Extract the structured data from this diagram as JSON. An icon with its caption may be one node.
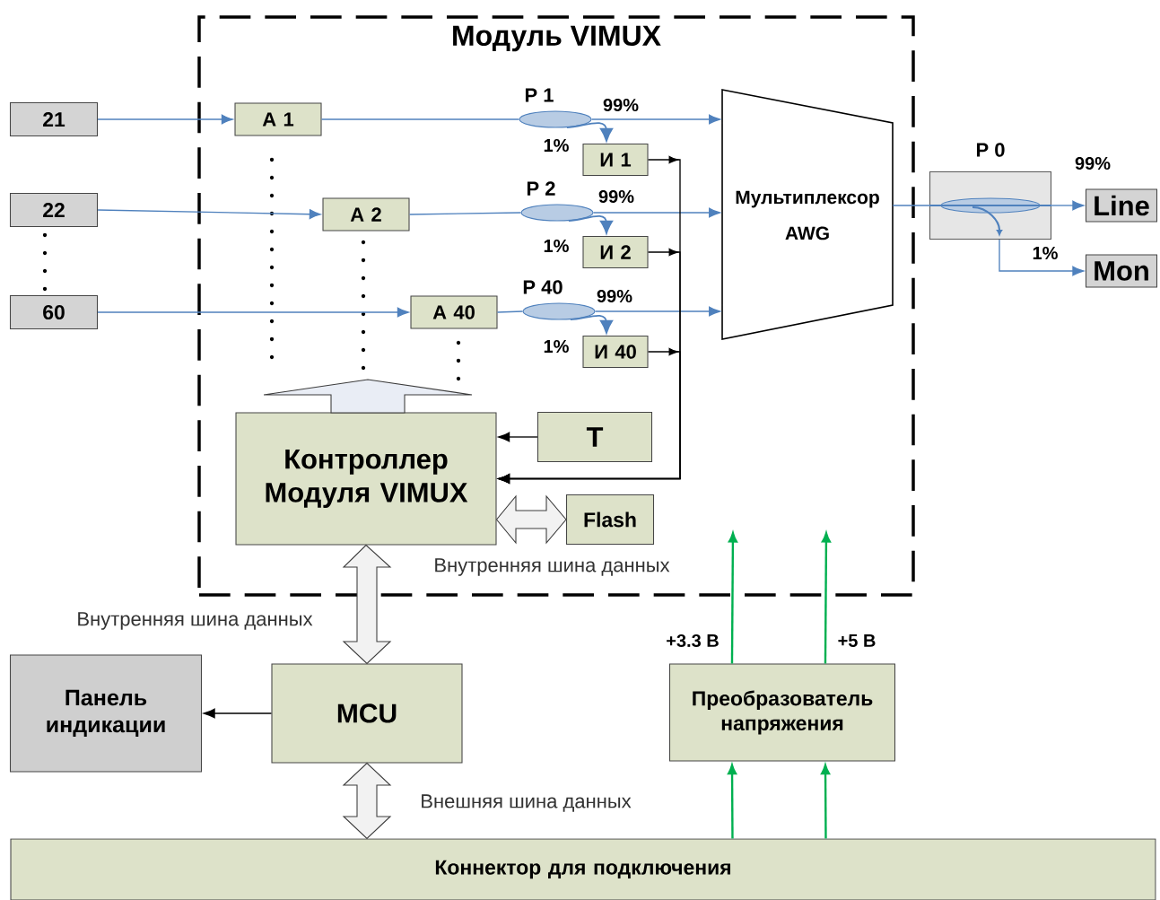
{
  "diagram": {
    "nodes": [
      {
        "text": [
          "Модуль VIMUX"
        ]
      },
      {
        "text": [
          "21"
        ]
      },
      {
        "text": [
          "22"
        ]
      },
      {
        "text": [
          "60"
        ]
      },
      {
        "text": [
          "А 1"
        ],
        "in": 0
      },
      {
        "text": [
          "А 2"
        ],
        "in": 0
      },
      {
        "text": [
          "А 40"
        ],
        "in": 0
      },
      {
        "text": [
          "Р 1"
        ],
        "in": 0
      },
      {
        "text": [
          "Р 2"
        ],
        "in": 0
      },
      {
        "text": [
          "Р 40"
        ],
        "in": 0
      },
      {
        "text": [
          "И 1"
        ],
        "in": 0
      },
      {
        "text": [
          "И 2"
        ],
        "in": 0
      },
      {
        "text": [
          "И 40"
        ],
        "in": 0
      },
      {
        "text": [
          "Мультиплексор AWG"
        ],
        "in": 0
      },
      {
        "text": [
          "Р 0"
        ]
      },
      {
        "text": [
          "Line"
        ]
      },
      {
        "text": [
          "Mon"
        ]
      },
      {
        "text": [
          "Контроллер Модуля VIMUX"
        ],
        "in": 0
      },
      {
        "text": [
          "Т"
        ],
        "in": 0
      },
      {
        "text": [
          "Flash"
        ],
        "in": 0
      },
      {
        "text": [
          "Панель индикации"
        ]
      },
      {
        "text": [
          "MCU"
        ]
      },
      {
        "text": [
          "Преобразователь напряжения"
        ]
      },
      {
        "text": [
          "Коннектор для подключения"
        ]
      }
    ],
    "edges": [
      {
        "from": 1,
        "to": 4,
        "arrow": "to"
      },
      {
        "from": 2,
        "to": 5,
        "arrow": "to"
      },
      {
        "from": 3,
        "to": 6,
        "arrow": "to"
      },
      {
        "from": 4,
        "to": 7,
        "arrow": "none"
      },
      {
        "from": 5,
        "to": 8,
        "arrow": "none"
      },
      {
        "from": 6,
        "to": 9,
        "arrow": "none"
      },
      {
        "from": 7,
        "to": 13,
        "arrow": "to",
        "label": "99%"
      },
      {
        "from": 7,
        "to": 10,
        "arrow": "to",
        "label": "1%"
      },
      {
        "from": 8,
        "to": 13,
        "arrow": "to",
        "label": "99%"
      },
      {
        "from": 8,
        "to": 11,
        "arrow": "to",
        "label": "1%"
      },
      {
        "from": 9,
        "to": 13,
        "arrow": "to",
        "label": "99%"
      },
      {
        "from": 9,
        "to": 12,
        "arrow": "to",
        "label": "1%"
      },
      {
        "from": 13,
        "to": 14,
        "arrow": "none"
      },
      {
        "from": 14,
        "to": 15,
        "arrow": "to",
        "label": "99%"
      },
      {
        "from": 14,
        "to": 16,
        "arrow": "to",
        "label": "1%"
      },
      {
        "from": 10,
        "to": 17,
        "arrow": "to",
        "color": "#000000"
      },
      {
        "from": 11,
        "to": 17,
        "arrow": "to",
        "color": "#000000"
      },
      {
        "from": 12,
        "to": 17,
        "arrow": "to",
        "color": "#000000"
      },
      {
        "from": 18,
        "to": 17,
        "arrow": "to",
        "color": "#000000"
      },
      {
        "from": 17,
        "to": 19,
        "arrow": "both",
        "style": "thick",
        "color": "#f2f2f2"
      },
      {
        "from": 17,
        "to": null,
        "arrow": "to",
        "style": "thick",
        "color": "#e9edf5"
      },
      {
        "from": 21,
        "to": 17,
        "arrow": "both",
        "style": "thick",
        "color": "#f2f2f2",
        "label": "Внутренняя шина данных"
      },
      {
        "from": 21,
        "to": 20,
        "arrow": "to",
        "color": "#000000"
      },
      {
        "from": 23,
        "to": 21,
        "arrow": "both",
        "style": "thick",
        "color": "#f2f2f2",
        "label": "Внешняя шина данных"
      },
      {
        "from": 23,
        "to": 22,
        "arrow": "to",
        "color": "#00b050"
      },
      {
        "from": 23,
        "to": 22,
        "arrow": "to",
        "color": "#00b050"
      },
      {
        "from": 22,
        "to": null,
        "arrow": "to",
        "color": "#00b050",
        "label": "+3.3 В"
      },
      {
        "from": 22,
        "to": null,
        "arrow": "to",
        "color": "#00b050",
        "label": "+5 В"
      }
    ],
    "labels": [
      "Внутренняя шина данных"
    ]
  }
}
